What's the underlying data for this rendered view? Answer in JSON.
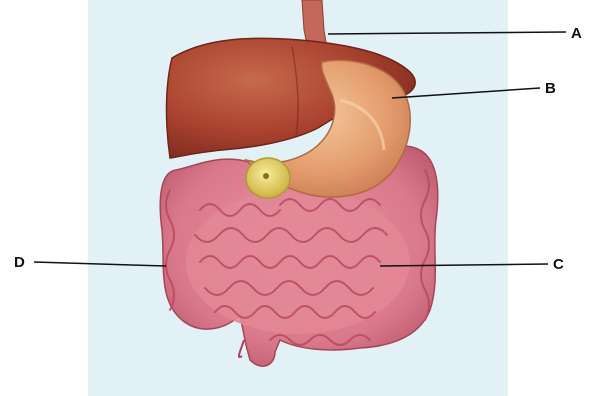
{
  "labels": {
    "a": "A",
    "b": "B",
    "c": "C",
    "d": "D"
  },
  "colors": {
    "background_panel": "#d7ecf2",
    "liver": "#a8412e",
    "stomach": "#e39c6c",
    "gallbladder": "#e6d25a",
    "intestine": "#d9788a",
    "intestine_fold": "#b8495e",
    "esophagus": "#c4685a",
    "leader_line": "#111111"
  }
}
